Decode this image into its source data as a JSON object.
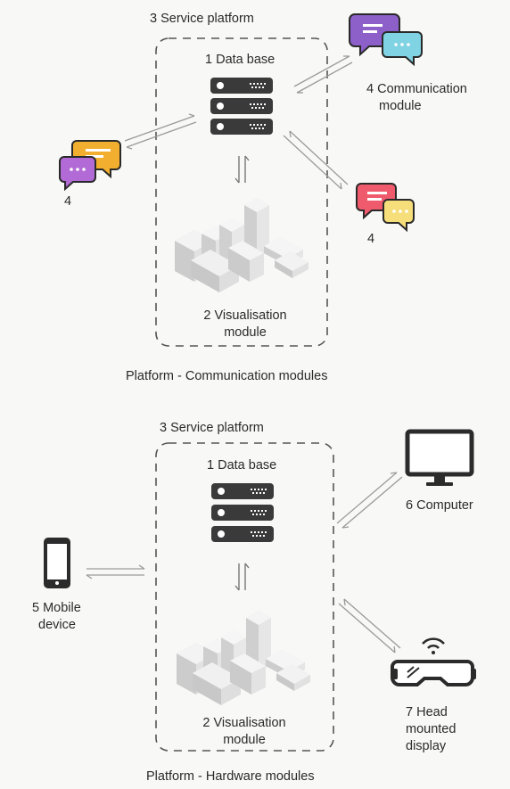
{
  "top": {
    "platform_label": "3 Service platform",
    "database_label": "1 Data base",
    "visualisation_label_line1": "2 Visualisation",
    "visualisation_label_line2": "module",
    "communication_label_line1": "4 Communication",
    "communication_label_line2": "module",
    "left_chat_label": "4",
    "bottom_right_chat_label": "4",
    "caption": "Platform - Communication modules"
  },
  "bottom": {
    "platform_label": "3 Service platform",
    "database_label": "1 Data base",
    "visualisation_label_line1": "2 Visualisation",
    "visualisation_label_line2": "module",
    "computer_label": "6 Computer",
    "mobile_label_line1": "5 Mobile",
    "mobile_label_line2": "device",
    "hmd_label_line1": "7 Head",
    "hmd_label_line2": "mounted",
    "hmd_label_line3": "display",
    "caption": "Platform - Hardware modules"
  },
  "colors": {
    "server": "#3a3a3a",
    "chat_purple": "#8c5fc9",
    "chat_cyan": "#7fd3e3",
    "chat_orange": "#f2ae2e",
    "chat_violet": "#b26bd6",
    "chat_red": "#ef5b6c",
    "chat_yellow": "#f6de7a",
    "device": "#2b2b2b",
    "arrow": "#9a9a9a",
    "box_dash": "#555555"
  }
}
